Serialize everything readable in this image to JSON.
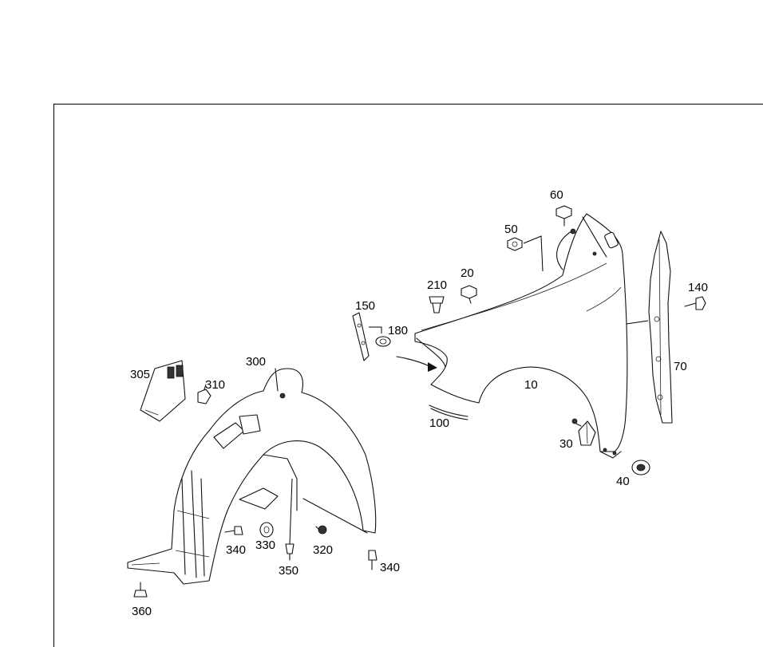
{
  "diagram": {
    "callouts": [
      {
        "id": "c60",
        "text": "60"
      },
      {
        "id": "c50",
        "text": "50"
      },
      {
        "id": "c20",
        "text": "20"
      },
      {
        "id": "c210",
        "text": "210"
      },
      {
        "id": "c150",
        "text": "150"
      },
      {
        "id": "c180",
        "text": "180"
      },
      {
        "id": "c140",
        "text": "140"
      },
      {
        "id": "c70",
        "text": "70"
      },
      {
        "id": "c10",
        "text": "10"
      },
      {
        "id": "c100",
        "text": "100"
      },
      {
        "id": "c30",
        "text": "30"
      },
      {
        "id": "c40",
        "text": "40"
      },
      {
        "id": "c300",
        "text": "300"
      },
      {
        "id": "c305",
        "text": "305"
      },
      {
        "id": "c310",
        "text": "310"
      },
      {
        "id": "c340a",
        "text": "340"
      },
      {
        "id": "c330",
        "text": "330"
      },
      {
        "id": "c320",
        "text": "320"
      },
      {
        "id": "c350",
        "text": "350"
      },
      {
        "id": "c340b",
        "text": "340"
      },
      {
        "id": "c360",
        "text": "360"
      }
    ]
  }
}
